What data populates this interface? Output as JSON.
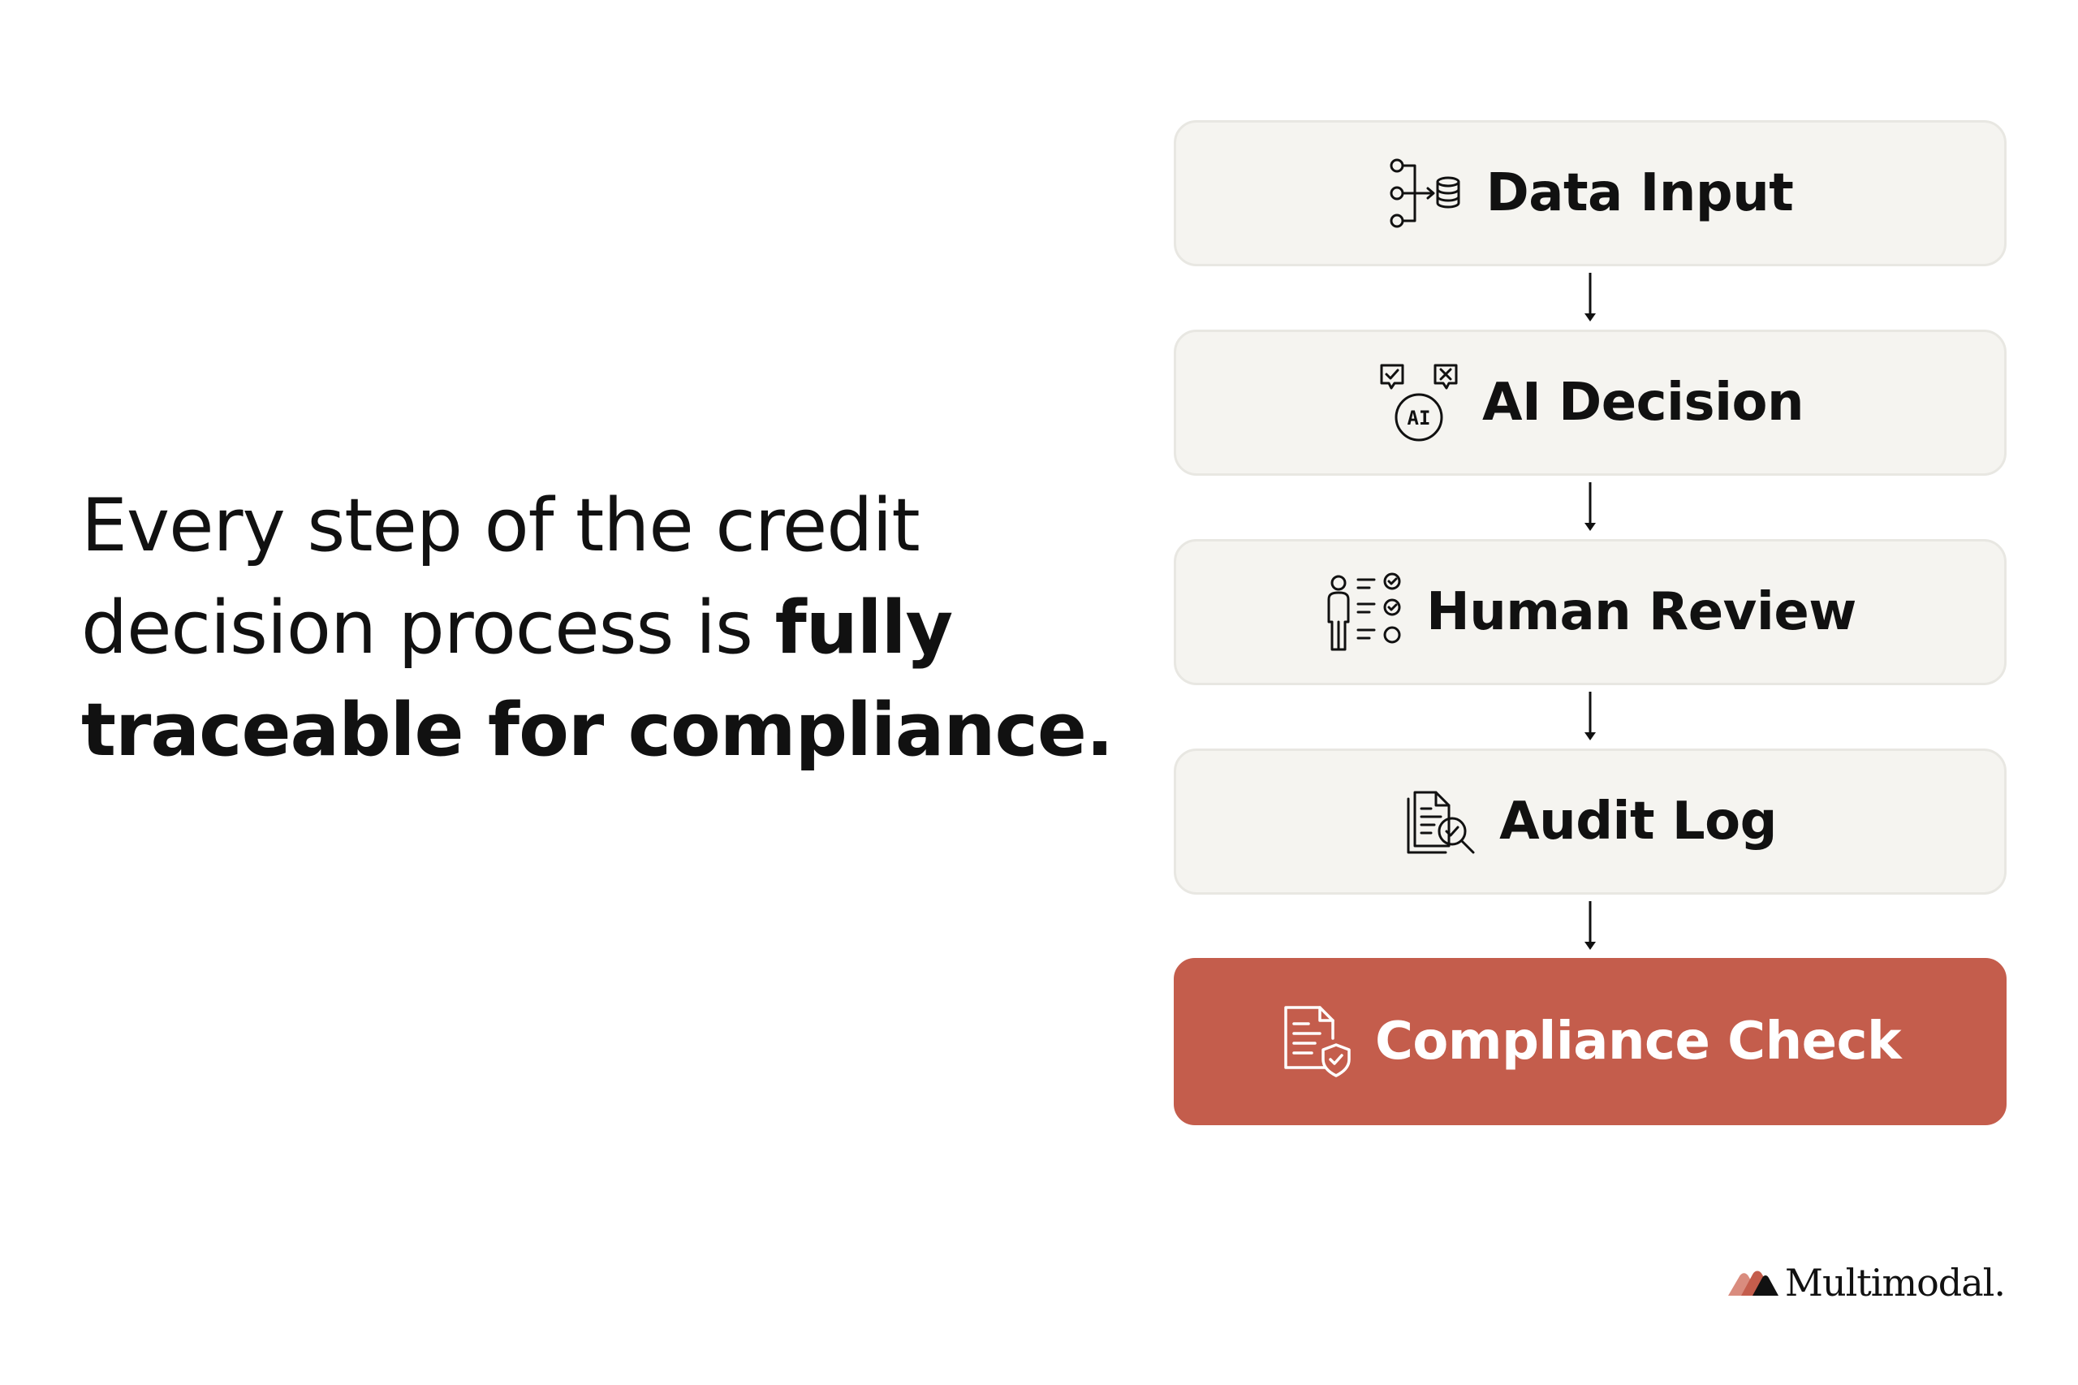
{
  "headline": {
    "regular": "Every step of the credit decision process is ",
    "bold": "fully traceable for compliance."
  },
  "flow": {
    "steps": [
      {
        "label": "Data Input",
        "icon": "data-flow-database-icon"
      },
      {
        "label": "AI Decision",
        "icon": "ai-approve-reject-icon"
      },
      {
        "label": "Human Review",
        "icon": "person-checklist-icon"
      },
      {
        "label": "Audit Log",
        "icon": "documents-magnifier-icon"
      },
      {
        "label": "Compliance Check",
        "icon": "document-shield-icon",
        "highlighted": true
      }
    ]
  },
  "brand": {
    "name": "Multimodal."
  },
  "colors": {
    "accent": "#c45d4c",
    "card_bg": "#f5f4f0",
    "card_border": "#e8e7e2",
    "text": "#111111"
  }
}
